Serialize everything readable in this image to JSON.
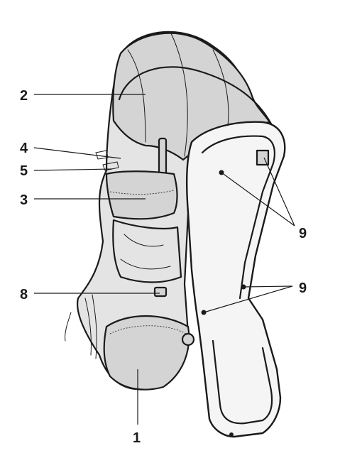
{
  "callouts": [
    {
      "id": "1",
      "label": "1"
    },
    {
      "id": "2",
      "label": "2"
    },
    {
      "id": "3",
      "label": "3"
    },
    {
      "id": "4",
      "label": "4"
    },
    {
      "id": "5",
      "label": "5"
    },
    {
      "id": "8",
      "label": "8"
    },
    {
      "id": "9a",
      "label": "9"
    },
    {
      "id": "9b",
      "label": "9"
    }
  ],
  "colors": {
    "line": "#1a1a1a",
    "fabric": "#e4e4e4",
    "fabric_dark": "#d4d4d4",
    "frame": "#f5f5f5"
  }
}
